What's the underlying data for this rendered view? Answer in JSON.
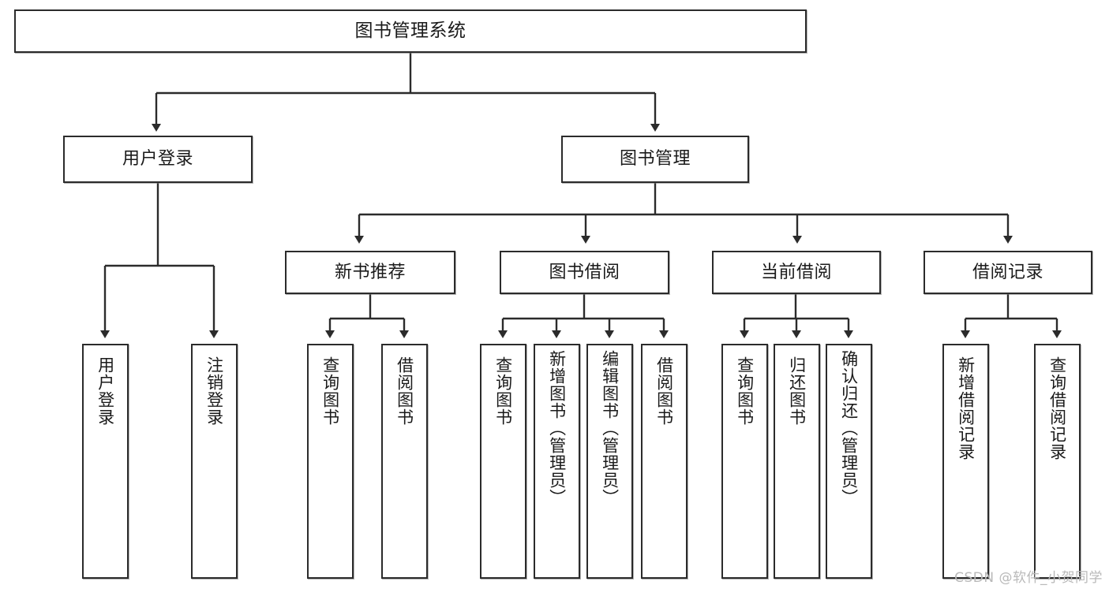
{
  "diagram": {
    "title": "图书管理系统",
    "type": "tree-hierarchy",
    "watermark": "CSDN @软件_小贺同学",
    "colors": {
      "border": "#2b2b2b",
      "fill": "#ffffff",
      "text": "#1a1a1a",
      "edge": "#2b2b2b",
      "watermark": "#b9b9b9"
    }
  },
  "nodes": {
    "root": {
      "label": "图书管理系统"
    },
    "level1": [
      {
        "id": "user-login",
        "label": "用户登录"
      },
      {
        "id": "book-manage",
        "label": "图书管理"
      }
    ],
    "level2": [
      {
        "id": "new-book-recommend",
        "label": "新书推荐"
      },
      {
        "id": "book-borrow",
        "label": "图书借阅"
      },
      {
        "id": "current-borrow",
        "label": "当前借阅"
      },
      {
        "id": "borrow-record",
        "label": "借阅记录"
      }
    ],
    "leaves": [
      {
        "id": "leaf-user-login",
        "label": "用户登录",
        "parent": "user-login"
      },
      {
        "id": "leaf-logout-login",
        "label": "注销登录",
        "parent": "user-login"
      },
      {
        "id": "leaf-query-book-1",
        "label": "查询图书",
        "parent": "new-book-recommend"
      },
      {
        "id": "leaf-borrow-book-1",
        "label": "借阅图书",
        "parent": "new-book-recommend"
      },
      {
        "id": "leaf-query-book-2",
        "label": "查询图书",
        "parent": "book-borrow"
      },
      {
        "id": "leaf-add-book",
        "label": "新增图书（管理员）",
        "parent": "book-borrow"
      },
      {
        "id": "leaf-edit-book",
        "label": "编辑图书（管理员）",
        "parent": "book-borrow"
      },
      {
        "id": "leaf-borrow-book-2",
        "label": "借阅图书",
        "parent": "book-borrow"
      },
      {
        "id": "leaf-query-book-3",
        "label": "查询图书",
        "parent": "current-borrow"
      },
      {
        "id": "leaf-return-book",
        "label": "归还图书",
        "parent": "current-borrow"
      },
      {
        "id": "leaf-confirm-return",
        "label": "确认归还（管理员）",
        "parent": "current-borrow"
      },
      {
        "id": "leaf-add-record",
        "label": "新增借阅记录",
        "parent": "borrow-record"
      },
      {
        "id": "leaf-query-record",
        "label": "查询借阅记录",
        "parent": "borrow-record"
      }
    ]
  }
}
